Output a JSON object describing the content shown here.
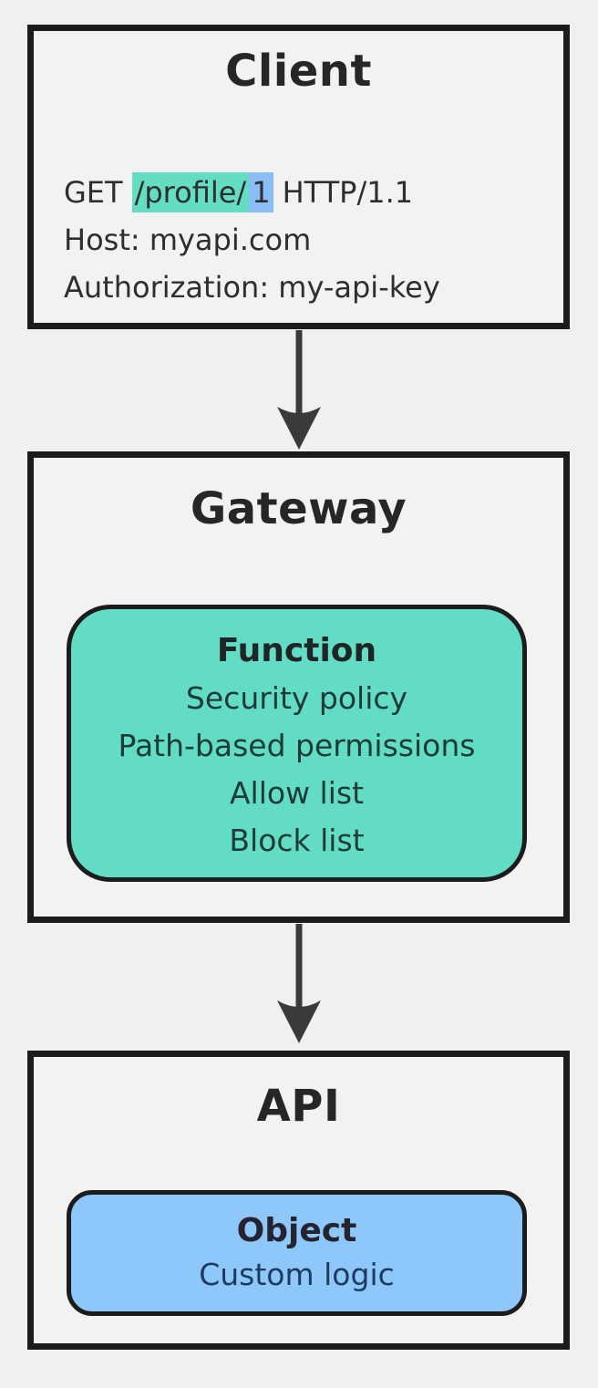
{
  "diagram": {
    "client": {
      "title": "Client",
      "request": {
        "method": "GET",
        "path": "/profile/",
        "id": "1",
        "protocol": "HTTP/1.1",
        "host": "Host: myapi.com",
        "authorization": "Authorization: my-api-key"
      }
    },
    "gateway": {
      "title": "Gateway",
      "function_box": {
        "title": "Function",
        "items": [
          "Security policy",
          "Path-based permissions",
          "Allow list",
          "Block list"
        ]
      }
    },
    "api": {
      "title": "API",
      "object_box": {
        "title": "Object",
        "items": [
          "Custom logic"
        ]
      }
    },
    "colors": {
      "background": "#f0f0f1",
      "node_fill": "#f2f2f3",
      "border": "#1c1c1c",
      "teal": "#62dcc4",
      "blue": "#8ec7f9",
      "highlight_teal": "#64dec3",
      "highlight_blue": "#8bbef6",
      "arrow": "#3a3a3a"
    }
  }
}
